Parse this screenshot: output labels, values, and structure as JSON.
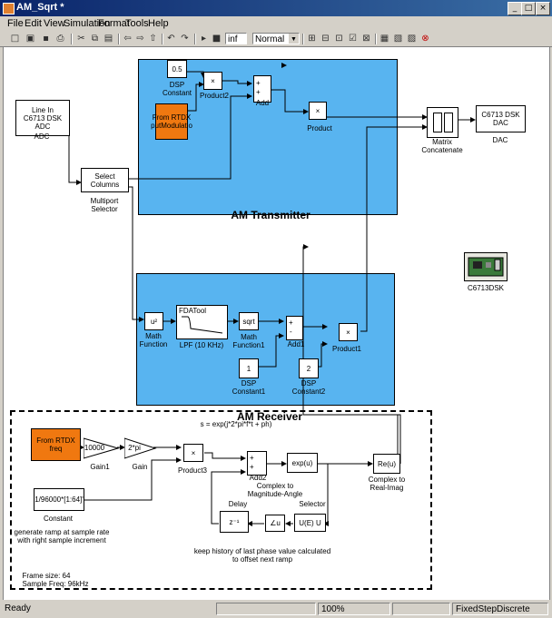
{
  "window": {
    "title": "AM_Sqrt *",
    "minimize": "_",
    "maximize": "□",
    "close": "×"
  },
  "menu": [
    "File",
    "Edit",
    "View",
    "Simulation",
    "Format",
    "Tools",
    "Help"
  ],
  "toolbar": {
    "stop_time": "inf",
    "mode": "Normal",
    "dropdown_arrow": "▼"
  },
  "colors": {
    "subsystem": "#58b4f0",
    "rtdx_block": "#f07810",
    "titlebar": "#0a246a"
  },
  "blocks": {
    "line_in": {
      "text1": "Line In",
      "text2": "C6713 DSK",
      "text3": "ADC",
      "label": "ADC"
    },
    "dsp_const": {
      "value": "0.5",
      "label1": "DSP",
      "label2": "Constant"
    },
    "product2": {
      "symbol": "×",
      "label": "Product2"
    },
    "from_rtdx_mod": {
      "text1": "From RTDX",
      "text2": "putModulatio"
    },
    "add": {
      "sign1": "+",
      "sign2": "+",
      "label": "Add"
    },
    "product": {
      "symbol": "×",
      "label": "Product"
    },
    "matrix_concat": {
      "label1": "Matrix",
      "label2": "Concatenate"
    },
    "dac": {
      "text1": "C6713 DSK",
      "text2": "DAC",
      "label": "DAC"
    },
    "select_columns": {
      "text1": "Select",
      "text2": "Columns",
      "label1": "Multiport",
      "label2": "Selector"
    },
    "am_transmitter": {
      "title": "AM Transmitter"
    },
    "c6713dsk": {
      "label": "C6713DSK"
    },
    "math_function": {
      "text": "u²",
      "label1": "Math",
      "label2": "Function"
    },
    "fdatool": {
      "text": "FDATool",
      "label": "LPF (10 KHz)"
    },
    "sqrt": {
      "text": "sqrt",
      "label1": "Math",
      "label2": "Function1"
    },
    "add1": {
      "sign1": "+",
      "sign2": "-",
      "label": "Add1"
    },
    "product1": {
      "symbol": "×",
      "label": "Product1"
    },
    "dsp_const1": {
      "value": "1",
      "label1": "DSP",
      "label2": "Constant1"
    },
    "dsp_const2": {
      "value": "2",
      "label1": "DSP",
      "label2": "Constant2"
    },
    "am_receiver": {
      "title": "AM Receiver"
    },
    "formula": {
      "text": "s = exp(j*2*pi*f*t + ph)"
    },
    "from_rtdx_freq": {
      "text1": "From RTDX",
      "text2": "freq"
    },
    "gain1": {
      "value": "10000",
      "label": "Gain1"
    },
    "gain": {
      "value": "2*pi",
      "label": "Gain"
    },
    "product3": {
      "symbol": "×",
      "label": "Product3"
    },
    "add2": {
      "sign1": "+",
      "sign2": "+",
      "label": "Add2"
    },
    "exp": {
      "text": "exp(u)"
    },
    "re_im": {
      "text": "Re(u)",
      "label1": "Complex to",
      "label2": "Real-Imag"
    },
    "constant": {
      "text": "1/96000*[1:64]'",
      "label": "Constant"
    },
    "delay": {
      "text": "z⁻¹",
      "label": "Delay"
    },
    "angle": {
      "text": "∠u",
      "label1": "Complex to",
      "label2": "Magnitude-Angle"
    },
    "selector": {
      "text": "U(E)",
      "text2": "U",
      "label": "Selector"
    },
    "note_ramp": {
      "line1": "generate ramp at sample rate",
      "line2": "with right sample increment"
    },
    "note_history": {
      "line1": "keep history of last phase value calculated",
      "line2": "to offset next ramp"
    },
    "note_frame": {
      "line1": "Frame size: 64",
      "line2": "Sample Freq: 96kHz"
    }
  },
  "status": {
    "left": "Ready",
    "zoom": "100%",
    "solver": "FixedStepDiscrete"
  }
}
